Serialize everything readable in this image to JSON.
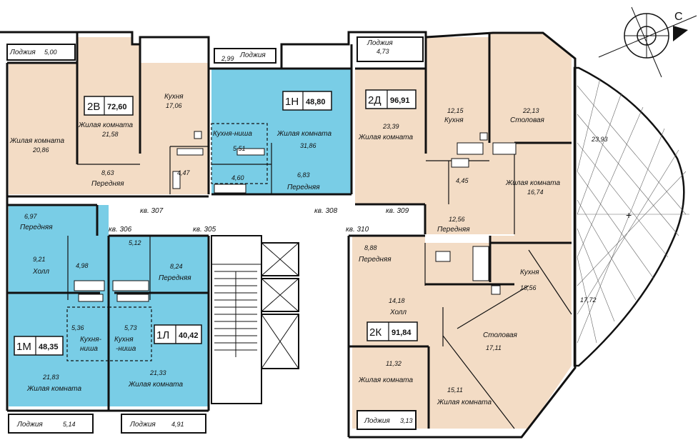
{
  "colors": {
    "beige": "#f3dcc5",
    "blue": "#79cde6",
    "wall": "#111111",
    "grid": "#555555"
  },
  "compass": {
    "label": "С"
  },
  "apartments": [
    {
      "id": "2v",
      "code": "2В",
      "area": "72,60"
    },
    {
      "id": "1n",
      "code": "1Н",
      "area": "48,80"
    },
    {
      "id": "2d",
      "code": "2Д",
      "area": "96,91"
    },
    {
      "id": "1m",
      "code": "1М",
      "area": "48,35"
    },
    {
      "id": "1l",
      "code": "1Л",
      "area": "40,42"
    },
    {
      "id": "2k",
      "code": "2К",
      "area": "91,84"
    }
  ],
  "rooms": [
    {
      "name": "Лоджия",
      "area": "5,00"
    },
    {
      "name": "Жилая комната",
      "area": "20,86"
    },
    {
      "name": "Жилая комната",
      "area": "21,58"
    },
    {
      "name": "Кухня",
      "area": "17,06"
    },
    {
      "name": "Передняя",
      "area": "8,63"
    },
    {
      "name": "",
      "area": "4,47"
    },
    {
      "name": "Лоджия",
      "area": "2,99"
    },
    {
      "name": "Кухня-ниша",
      "area": "5,51"
    },
    {
      "name": "Жилая комната",
      "area": "31,86"
    },
    {
      "name": "",
      "area": "4,60"
    },
    {
      "name": "Передняя",
      "area": "6,83"
    },
    {
      "name": "Лоджия",
      "area": "4,73"
    },
    {
      "name": "Жилая комната",
      "area": "23,39"
    },
    {
      "name": "Кухня",
      "area": "12,15"
    },
    {
      "name": "Столовая",
      "area": "22,13"
    },
    {
      "name": "",
      "area": "23,93"
    },
    {
      "name": "",
      "area": "4,45"
    },
    {
      "name": "Жилая комната",
      "area": "16,74"
    },
    {
      "name": "Передняя",
      "area": "12,56"
    },
    {
      "name": "Передняя",
      "area": "6,97"
    },
    {
      "name": "Холл",
      "area": "9,21"
    },
    {
      "name": "",
      "area": "4,98"
    },
    {
      "name": "",
      "area": "5,12"
    },
    {
      "name": "Передняя",
      "area": "8,24"
    },
    {
      "name": "Кухня-ниша",
      "area": "5,36"
    },
    {
      "name": "Кухня-ниша",
      "area": "5,73"
    },
    {
      "name": "Жилая комната",
      "area": "21,83"
    },
    {
      "name": "Жилая комната",
      "area": "21,33"
    },
    {
      "name": "Лоджия",
      "area": "5,14"
    },
    {
      "name": "Лоджия",
      "area": "4,91"
    },
    {
      "name": "Передняя",
      "area": "8,88"
    },
    {
      "name": "Холл",
      "area": "14,18"
    },
    {
      "name": "Кухня",
      "area": "18,56"
    },
    {
      "name": "Столовая",
      "area": "17,11"
    },
    {
      "name": "",
      "area": "17,72"
    },
    {
      "name": "Жилая комната",
      "area": "11,32"
    },
    {
      "name": "Жилая комната",
      "area": "15,11"
    },
    {
      "name": "Лоджия",
      "area": "3,13"
    }
  ],
  "unit_tags": [
    {
      "text": "кв. 307"
    },
    {
      "text": "кв. 308"
    },
    {
      "text": "кв. 309"
    },
    {
      "text": "кв. 306"
    },
    {
      "text": "кв. 305"
    },
    {
      "text": "кв. 310"
    }
  ]
}
